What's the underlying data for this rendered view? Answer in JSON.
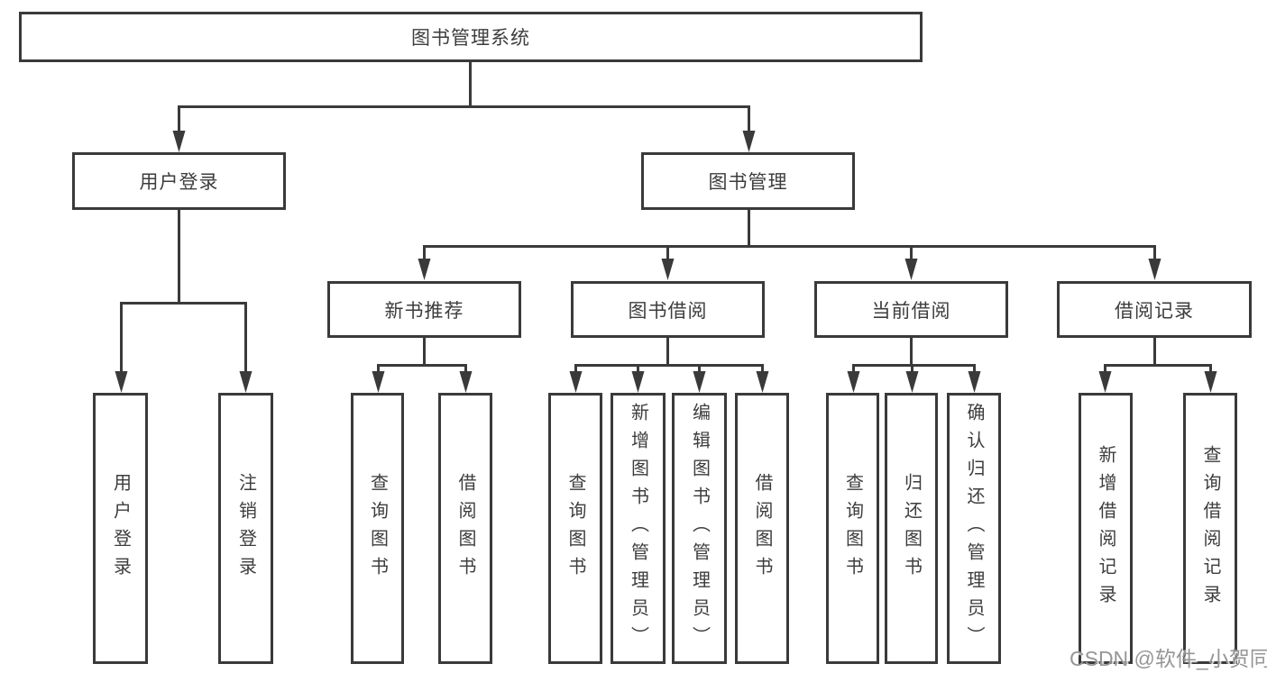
{
  "diagram": {
    "root": {
      "label": "图书管理系统"
    },
    "branches": [
      {
        "label": "用户登录",
        "children": [
          {
            "label": "用户登录"
          },
          {
            "label": "注销登录"
          }
        ]
      },
      {
        "label": "图书管理",
        "sections": [
          {
            "label": "新书推荐",
            "children": [
              {
                "label": "查询图书"
              },
              {
                "label": "借阅图书"
              }
            ]
          },
          {
            "label": "图书借阅",
            "children": [
              {
                "label": "查询图书"
              },
              {
                "label": "新增图书（管理员）"
              },
              {
                "label": "编辑图书（管理员）"
              },
              {
                "label": "借阅图书"
              }
            ]
          },
          {
            "label": "当前借阅",
            "children": [
              {
                "label": "查询图书"
              },
              {
                "label": "归还图书"
              },
              {
                "label": "确认归还（管理员）"
              }
            ]
          },
          {
            "label": "借阅记录",
            "children": [
              {
                "label": "新增借阅记录"
              },
              {
                "label": "查询借阅记录"
              }
            ]
          }
        ]
      }
    ]
  },
  "watermark": {
    "text": "CSDN @软件_小贺同学"
  },
  "colors": {
    "line": "#3a3a3a",
    "box_border": "#3a3a3a",
    "box_fill": "#ffffff",
    "text": "#3d3d3d",
    "watermark": "#969696"
  }
}
